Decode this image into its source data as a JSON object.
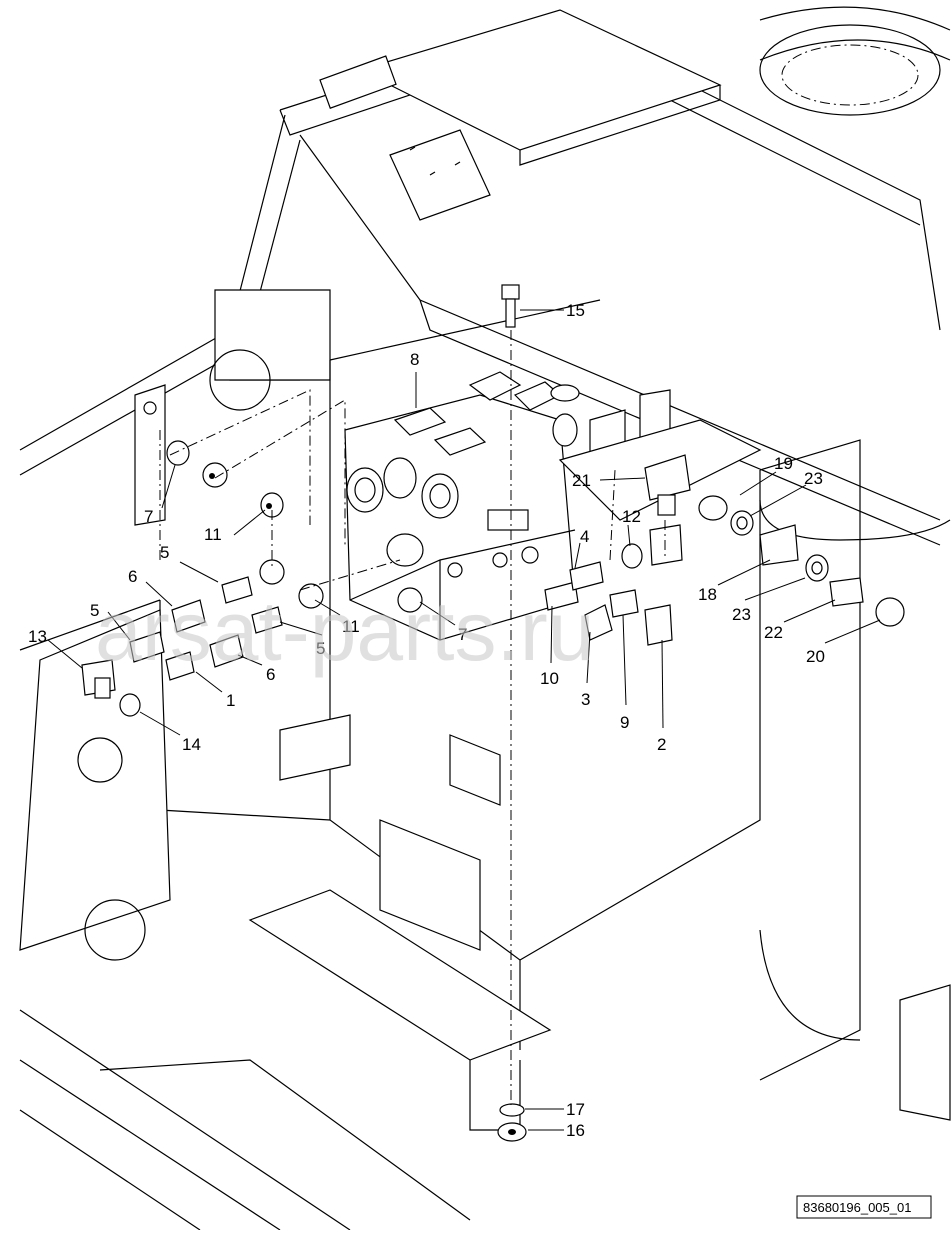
{
  "callouts": [
    {
      "id": "c15",
      "text": "15"
    },
    {
      "id": "c8",
      "text": "8"
    },
    {
      "id": "c19",
      "text": "19"
    },
    {
      "id": "c23a",
      "text": "23"
    },
    {
      "id": "c21",
      "text": "21"
    },
    {
      "id": "c12",
      "text": "12"
    },
    {
      "id": "c4",
      "text": "4"
    },
    {
      "id": "c7a",
      "text": "7"
    },
    {
      "id": "c11a",
      "text": "11"
    },
    {
      "id": "c5a",
      "text": "5"
    },
    {
      "id": "c6a",
      "text": "6"
    },
    {
      "id": "c5b",
      "text": "5"
    },
    {
      "id": "c13",
      "text": "13"
    },
    {
      "id": "c11b",
      "text": "11"
    },
    {
      "id": "c5c",
      "text": "5"
    },
    {
      "id": "c7b",
      "text": "7"
    },
    {
      "id": "c6b",
      "text": "6"
    },
    {
      "id": "c1",
      "text": "1"
    },
    {
      "id": "c14",
      "text": "14"
    },
    {
      "id": "c10",
      "text": "10"
    },
    {
      "id": "c3",
      "text": "3"
    },
    {
      "id": "c9",
      "text": "9"
    },
    {
      "id": "c2",
      "text": "2"
    },
    {
      "id": "c18",
      "text": "18"
    },
    {
      "id": "c23b",
      "text": "23"
    },
    {
      "id": "c22",
      "text": "22"
    },
    {
      "id": "c20",
      "text": "20"
    },
    {
      "id": "c17",
      "text": "17"
    },
    {
      "id": "c16",
      "text": "16"
    }
  ],
  "watermark": "arsat-parts.ru",
  "document_id": "83680196_005_01"
}
